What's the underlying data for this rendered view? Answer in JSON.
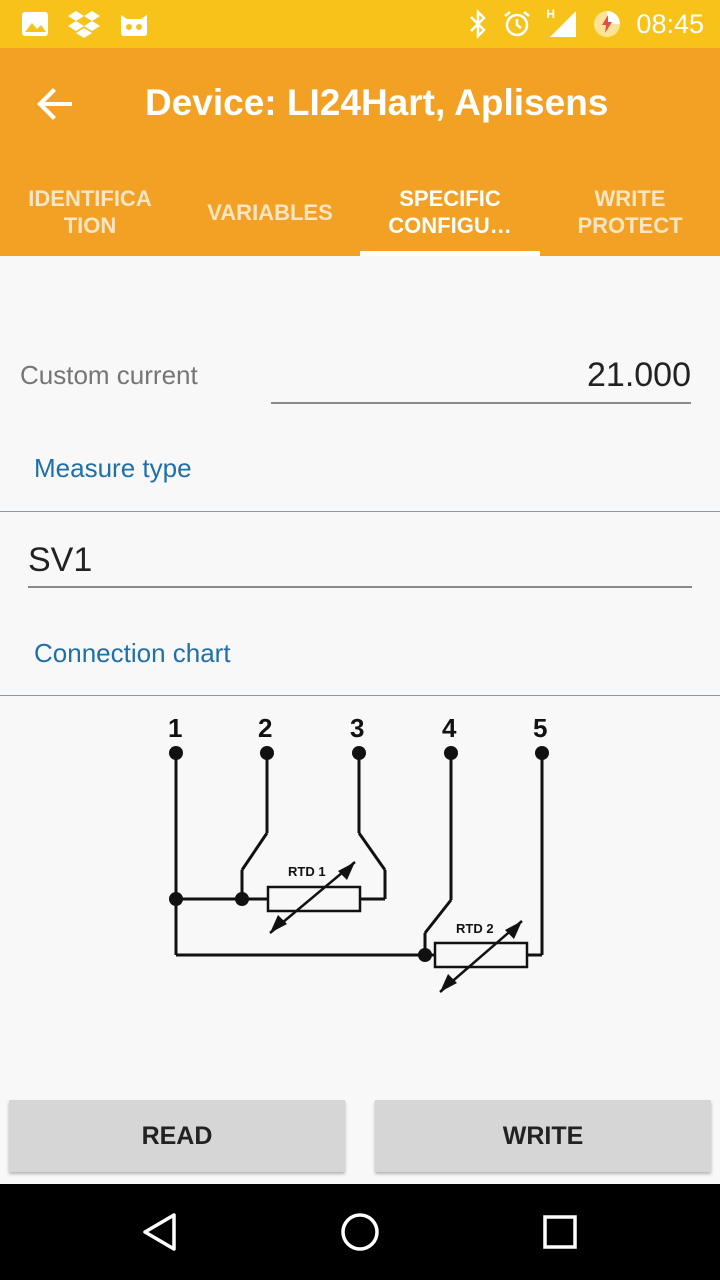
{
  "status_bar": {
    "time": "08:45",
    "left_icons": [
      "image-icon",
      "dropbox-icon",
      "cat-icon"
    ],
    "right_icons": [
      "bluetooth-icon",
      "alarm-icon",
      "signal-icon",
      "battery-charging-icon"
    ],
    "network_type": "H"
  },
  "app_bar": {
    "title": "Device: LI24Hart, Aplisens",
    "background": "#f2a125"
  },
  "tabs": [
    {
      "label": "IDENTIFICA\nTION",
      "active": false
    },
    {
      "label": "VARIABLES",
      "active": false
    },
    {
      "label": "SPECIFIC\nCONFIGU…",
      "active": true
    },
    {
      "label": "WRITE\nPROTECT",
      "active": false
    }
  ],
  "form": {
    "custom_current_label": "Custom current",
    "custom_current_value": "21.000",
    "measure_type_header": "Measure type",
    "measure_type_value": "SV1",
    "connection_chart_header": "Connection chart"
  },
  "diagram": {
    "terminals": [
      "1",
      "2",
      "3",
      "4",
      "5"
    ],
    "rtd1_label": "RTD 1",
    "rtd2_label": "RTD 2"
  },
  "buttons": {
    "read": "READ",
    "write": "WRITE"
  },
  "colors": {
    "status_bar": "#f7c31a",
    "accent_text": "#1f6fa8"
  }
}
